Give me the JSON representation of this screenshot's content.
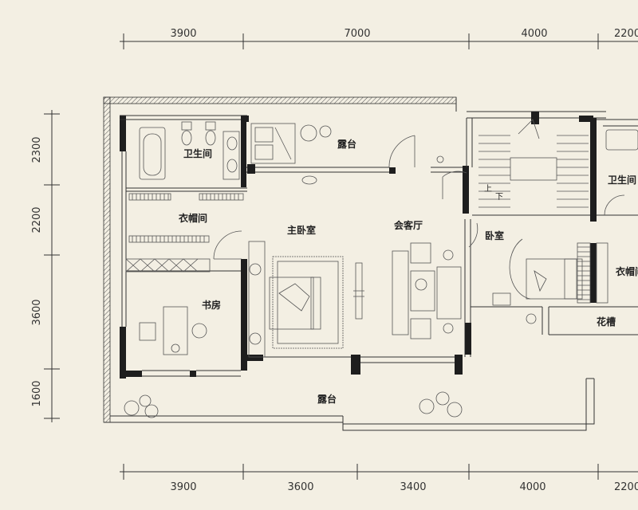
{
  "dimensions": {
    "top": [
      "3900",
      "7000",
      "4000",
      "2200"
    ],
    "bottom": [
      "3900",
      "3600",
      "3400",
      "4000",
      "2200"
    ],
    "left": [
      "2300",
      "2200",
      "3600",
      "1600"
    ]
  },
  "rooms": {
    "bath_left": "卫生间",
    "terrace_top": "露台",
    "closet_left": "衣帽间",
    "master_bedroom": "主卧室",
    "lounge": "会客厅",
    "study": "书房",
    "terrace_bottom": "露台",
    "bath_right": "卫生间",
    "bedroom": "卧室",
    "closet_right": "衣帽间",
    "planter": "花槽"
  },
  "stairs": {
    "up": "上",
    "down": "下"
  },
  "colors": {
    "paper": "#f3efe3",
    "ink": "#1e1e1e"
  }
}
